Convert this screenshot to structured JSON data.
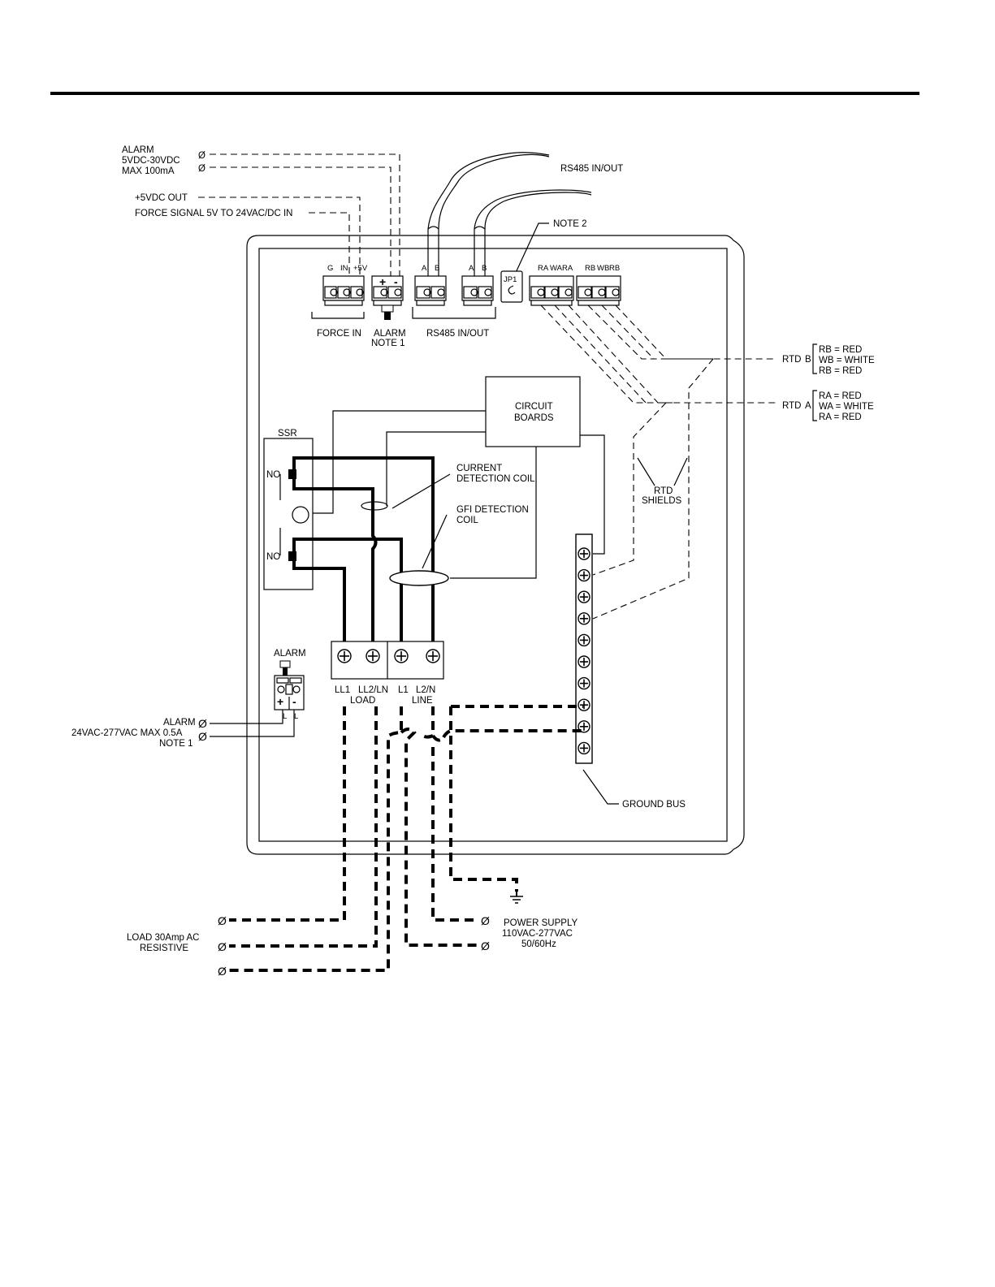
{
  "alarm_low_voltage": {
    "line1": "ALARM",
    "line2": "5VDC-30VDC",
    "line3": "MAX 100mA"
  },
  "plus5_out": "+5VDC OUT",
  "force_signal": "FORCE SIGNAL 5V TO 24VAC/DC IN",
  "rs485_top": "RS485 IN/OUT",
  "note2": "NOTE 2",
  "terminal_labels": {
    "force": [
      "G",
      "IN",
      "+5V"
    ],
    "alarm": [
      "+",
      "-"
    ],
    "rs485_1": [
      "A",
      "B"
    ],
    "rs485_2": [
      "A",
      "B"
    ],
    "jp1": "JP1",
    "rtd_a": [
      "RA",
      "WA",
      "RA"
    ],
    "rtd_b": [
      "RB",
      "WB",
      "RB"
    ]
  },
  "group_labels": {
    "force_in": "FORCE IN",
    "alarm": "ALARM",
    "note1": "NOTE 1",
    "rs485": "RS485 IN/OUT"
  },
  "rtd_b": {
    "label": "RTD",
    "letter": "B",
    "wires": [
      "RB = RED",
      "WB = WHITE",
      "RB = RED"
    ]
  },
  "rtd_a": {
    "label": "RTD",
    "letter": "A",
    "wires": [
      "RA = RED",
      "WA = WHITE",
      "RA = RED"
    ]
  },
  "circuit_boards": [
    "CIRCUIT",
    "BOARDS"
  ],
  "ssr": {
    "title": "SSR",
    "no_top": "NO",
    "no_bottom": "NO"
  },
  "current_coil": [
    "CURRENT",
    "DETECTION COIL"
  ],
  "gfi_coil": [
    "GFI DETECTION",
    "COIL"
  ],
  "rtd_shields": [
    "RTD",
    "SHIELDS"
  ],
  "alarm_relay": {
    "title": "ALARM",
    "plus": "+",
    "minus": "-",
    "l1": "L",
    "l2": "L"
  },
  "alarm_high_voltage": {
    "line1": "ALARM",
    "line2": "24VAC-277VAC  MAX 0.5A",
    "line3": "NOTE 1"
  },
  "power_terminals": [
    "LL1",
    "LL2/LN",
    "L1",
    "L2/N"
  ],
  "load_label": "LOAD",
  "line_label": "LINE",
  "ground_bus": "GROUND BUS",
  "load_spec": [
    "LOAD 30Amp AC",
    "RESISTIVE"
  ],
  "power_supply": [
    "POWER SUPPLY",
    "110VAC-277VAC",
    "50/60Hz"
  ],
  "terminal_symbol": "Ø"
}
